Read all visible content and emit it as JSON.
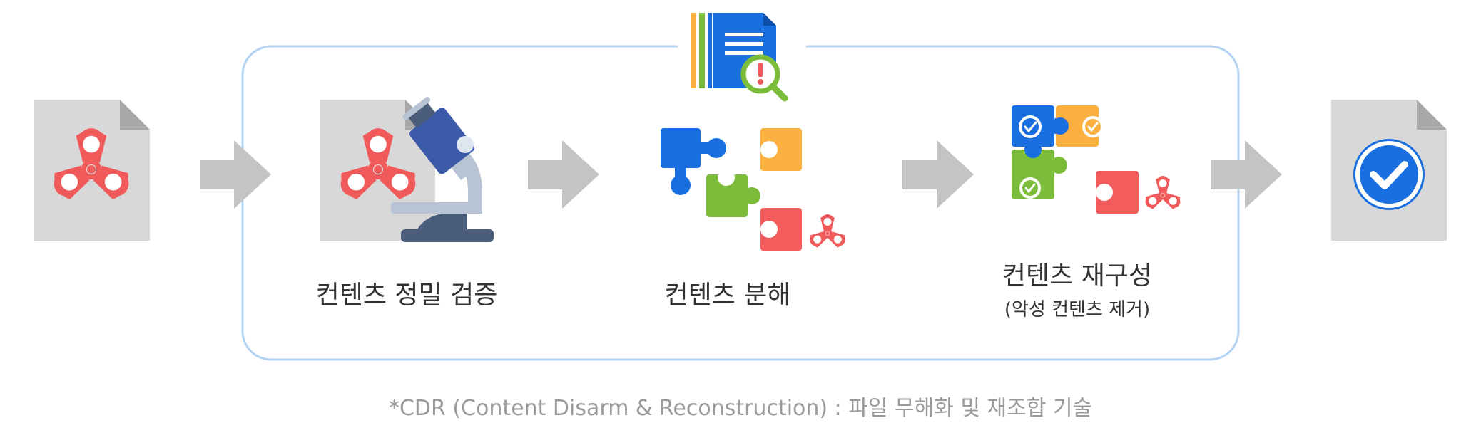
{
  "steps": [
    {
      "title": "컨텐츠 정밀 검증",
      "subtitle": ""
    },
    {
      "title": "컨텐츠 분해",
      "subtitle": ""
    },
    {
      "title": "컨텐츠 재구성",
      "subtitle": "(악성 컨텐츠 제거)"
    }
  ],
  "footnote": "*CDR (Content Disarm & Reconstruction) : 파일 무해화 및 재조합 기술",
  "icons": {
    "input_file": "biohazard-file-icon",
    "inspect": "microscope-icon",
    "report": "document-search-alert-icon",
    "decompose": "puzzle-pieces-icon",
    "reconstruct": "verified-puzzle-icon",
    "output_file": "checkmark-file-icon",
    "arrow": "arrow-right-icon"
  },
  "colors": {
    "frame": "#b3d3f5",
    "arrow": "#c4c4c4",
    "file": "#d8d8d8",
    "file_fold": "#a8a8a8",
    "hazard": "#f05a5a",
    "blue": "#1a6fe0",
    "orange": "#fbb040",
    "green": "#7bbd3a",
    "red": "#f25c5c",
    "text": "#333333",
    "footnote": "#9a9a9a"
  }
}
